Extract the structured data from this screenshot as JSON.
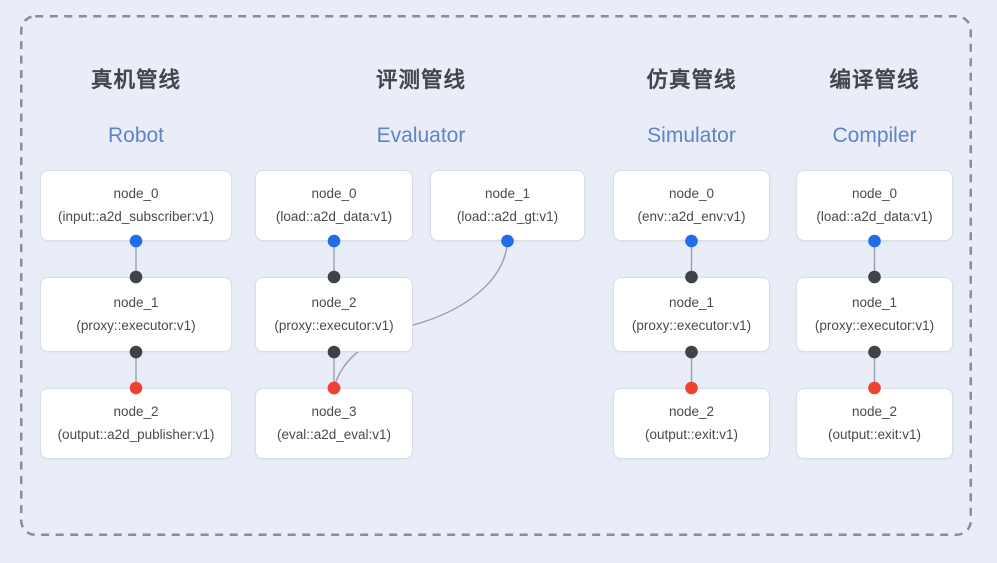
{
  "colors": {
    "background": "#e9edf7",
    "border": "#878e99",
    "box_fill": "#ffffff",
    "box_border": "#d9dde4",
    "edge": "#97a0b1",
    "source_port": "#1f6ee8",
    "relay_port": "#3f4247",
    "sink_port": "#ee4232",
    "title_zh": "#41454c",
    "title_en": "#5f83c4",
    "node_text": "#474a50"
  },
  "pipelines": [
    {
      "title_zh": "真机管线",
      "title_en": "Robot",
      "nodes": [
        {
          "name": "node_0",
          "type": "(input::a2d_subscriber:v1)"
        },
        {
          "name": "node_1",
          "type": "(proxy::executor:v1)"
        },
        {
          "name": "node_2",
          "type": "(output::a2d_publisher:v1)"
        }
      ]
    },
    {
      "title_zh": "评测管线",
      "title_en": "Evaluator",
      "nodes": [
        {
          "name": "node_0",
          "type": "(load::a2d_data:v1)"
        },
        {
          "name": "node_1",
          "type": "(load::a2d_gt:v1)"
        },
        {
          "name": "node_2",
          "type": "(proxy::executor:v1)"
        },
        {
          "name": "node_3",
          "type": "(eval::a2d_eval:v1)"
        }
      ]
    },
    {
      "title_zh": "仿真管线",
      "title_en": "Simulator",
      "nodes": [
        {
          "name": "node_0",
          "type": "(env::a2d_env:v1)"
        },
        {
          "name": "node_1",
          "type": "(proxy::executor:v1)"
        },
        {
          "name": "node_2",
          "type": "(output::exit:v1)"
        }
      ]
    },
    {
      "title_zh": "编译管线",
      "title_en": "Compiler",
      "nodes": [
        {
          "name": "node_0",
          "type": "(load::a2d_data:v1)"
        },
        {
          "name": "node_1",
          "type": "(proxy::executor:v1)"
        },
        {
          "name": "node_2",
          "type": "(output::exit:v1)"
        }
      ]
    }
  ]
}
